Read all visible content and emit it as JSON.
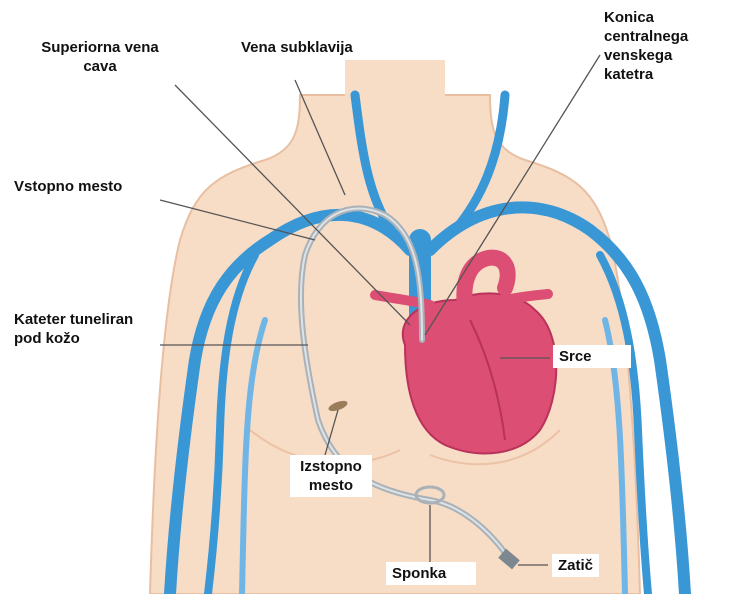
{
  "labels": {
    "svc_line1": "Superiorna vena",
    "svc_line2": "cava",
    "subclavian": "Vena subklavija",
    "tip_line1": "Konica",
    "tip_line2": "centralnega",
    "tip_line3": "venskega",
    "tip_line4": "katetra",
    "entry_site": "Vstopno mesto",
    "tunneled_line1": "Kateter tuneliran",
    "tunneled_line2": "pod kožo",
    "heart": "Srce",
    "exit_line1": "Izstopno",
    "exit_line2": "mesto",
    "clamp": "Sponka",
    "cap": "Zatič"
  },
  "colors": {
    "skin": "#f7dcc6",
    "skin_edge": "#e9bfa2",
    "vein": "#3a97d6",
    "vein_light": "#6fb6e6",
    "heart": "#dc4e74",
    "heart_dark": "#b8325a",
    "catheter": "#aab2b8",
    "leader": "#555555"
  }
}
